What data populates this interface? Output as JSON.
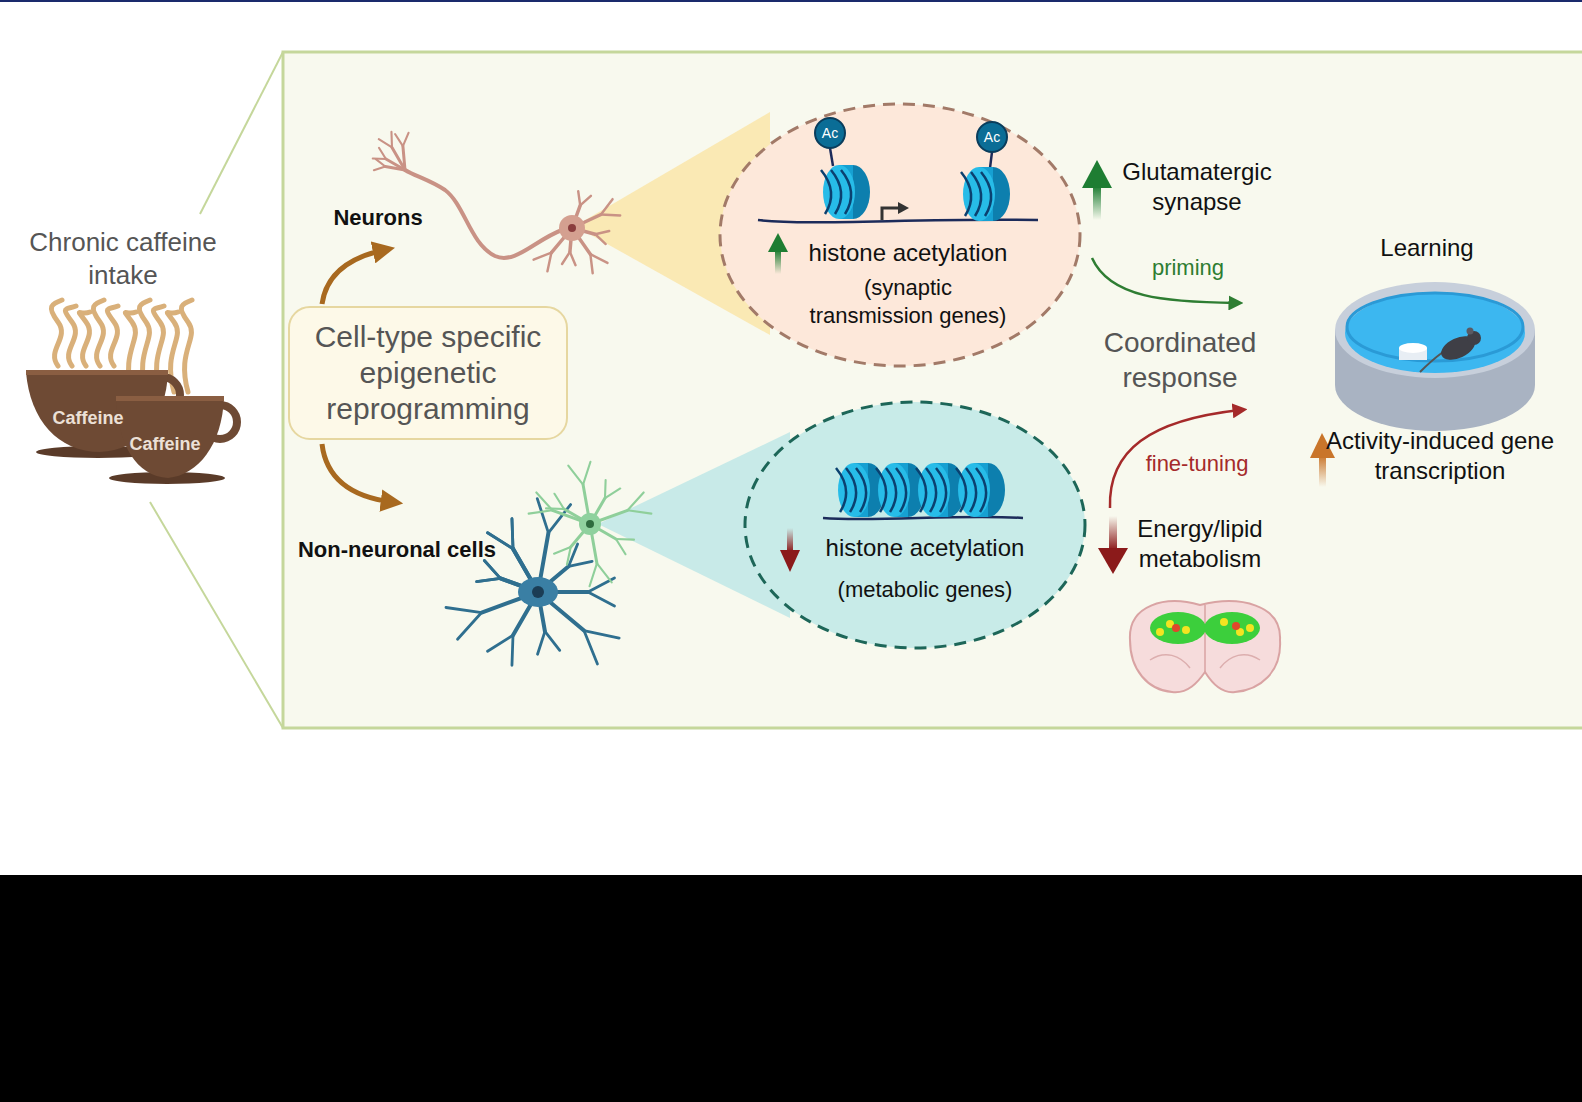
{
  "diagram": {
    "nodes": [
      {
        "text": [
          "Cell-type specific epigenetic reprogramming"
        ]
      },
      {
        "text": [
          "histone acetylation",
          "(synaptic transmission genes)"
        ]
      },
      {
        "text": [
          "Ac"
        ],
        "in": 1
      },
      {
        "text": [
          "Ac"
        ],
        "in": 1
      },
      {
        "text": [
          "histone acetylation",
          "(metabolic genes)"
        ]
      }
    ],
    "labels": [
      "Chronic caffeine intake",
      "Caffeine",
      "Caffeine",
      "Neurons",
      "Non-neuronal cells",
      "Glutamatergic synapse",
      "priming",
      "Coordinated response",
      "fine-tuning",
      "Energy/lipid metabolism",
      "Learning",
      "Activity-induced gene transcription"
    ]
  }
}
